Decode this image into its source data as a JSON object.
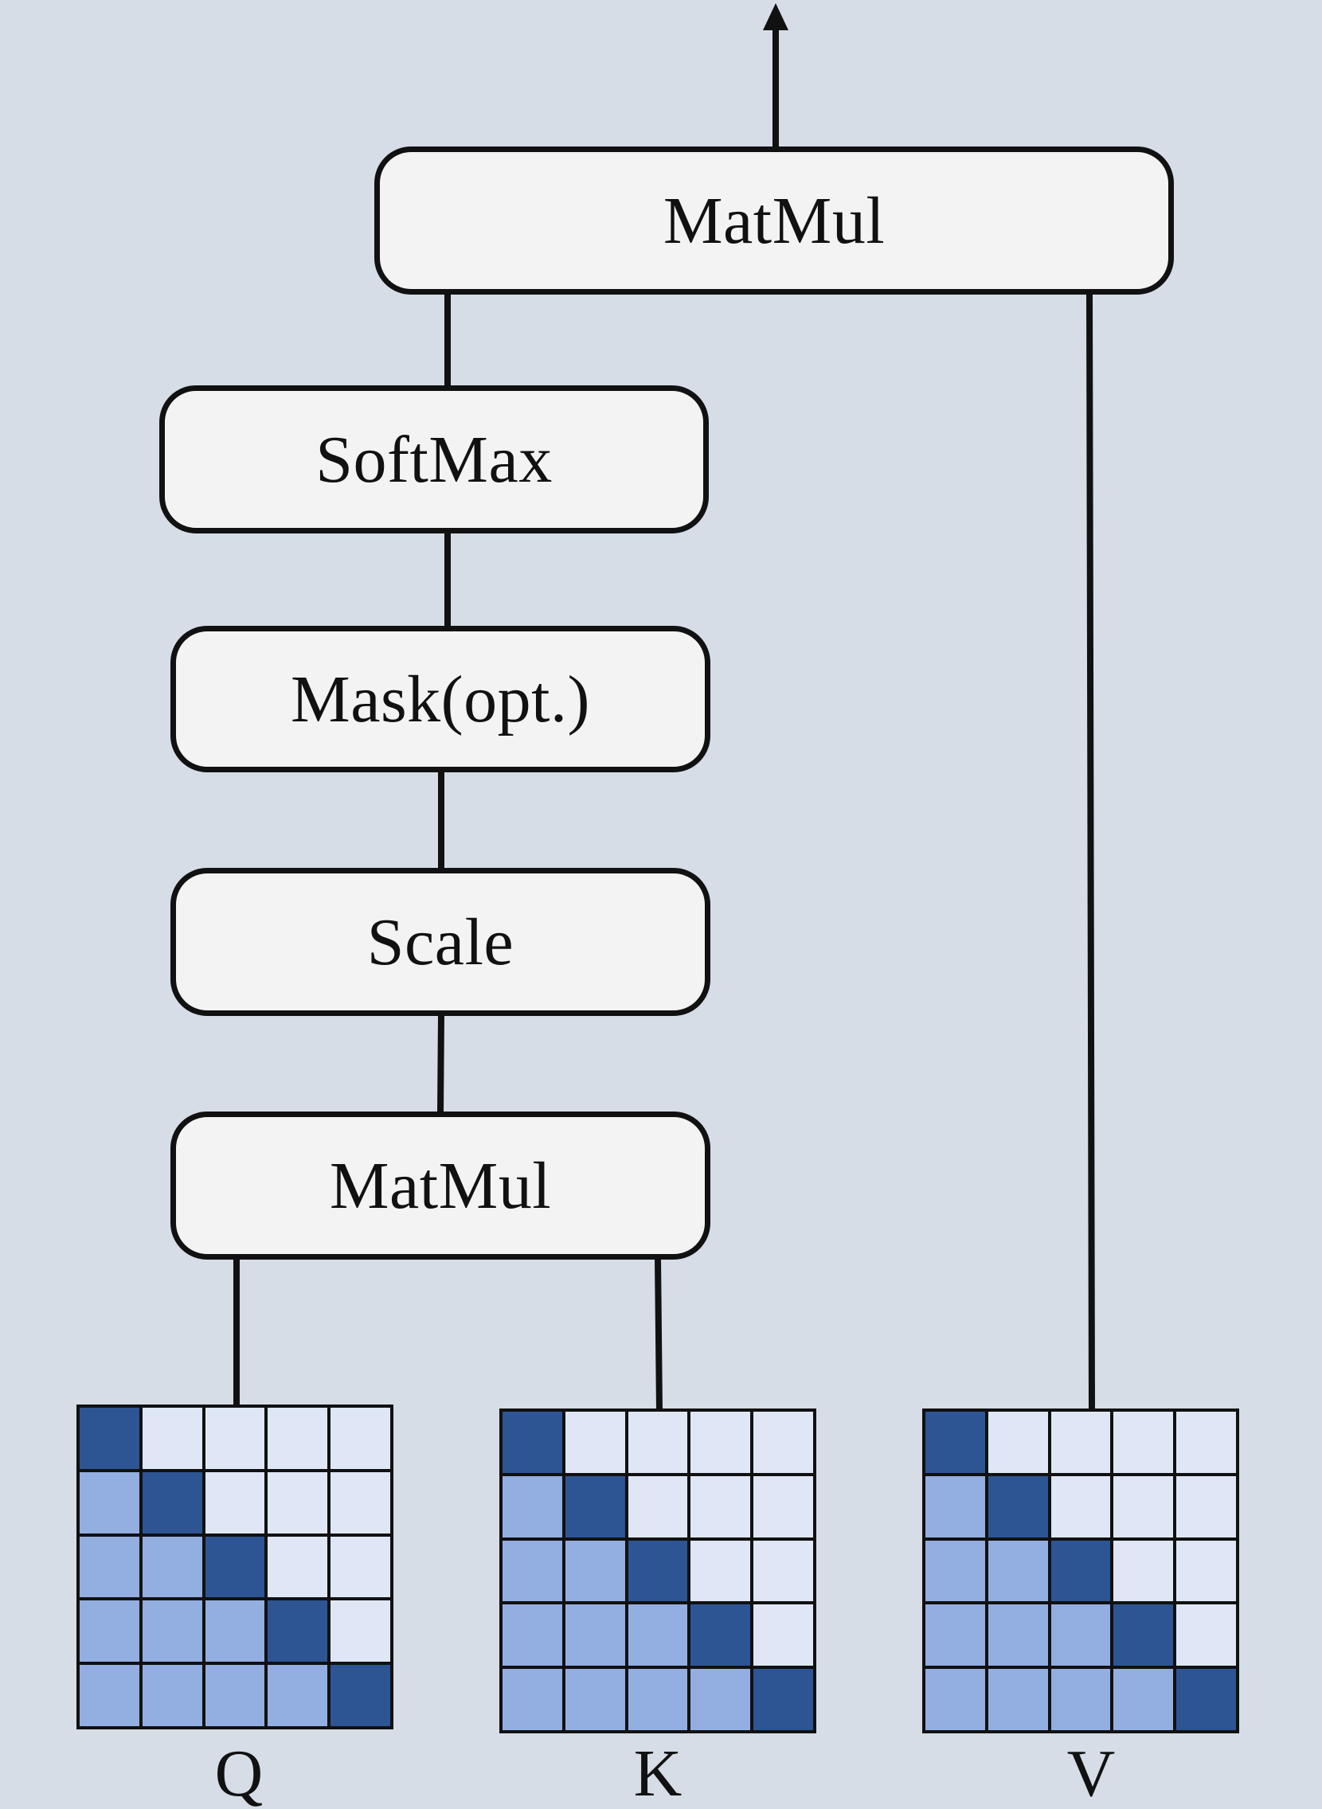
{
  "blocks": {
    "matmul_top": "MatMul",
    "softmax": "SoftMax",
    "mask": "Mask(opt.)",
    "scale": "Scale",
    "matmul_bottom": "MatMul"
  },
  "matrices": [
    {
      "label": "Q"
    },
    {
      "label": "K"
    },
    {
      "label": "V"
    }
  ],
  "matrix_size": 5,
  "colors": {
    "background": "#d6dde7",
    "block_fill": "#f3f3f3",
    "stroke": "#111111",
    "diagonal": "#2d5593",
    "lower_triangle": "#93aee0",
    "upper_triangle": "#dfe7f6"
  }
}
